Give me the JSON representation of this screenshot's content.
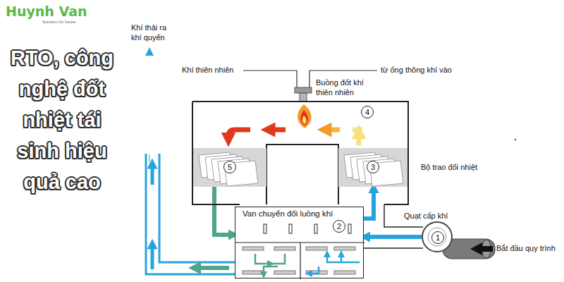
{
  "diagram": {
    "title": "RTO, công nghệ đốt nhiệt tái sinh hiệu quả cao",
    "nodes": [
      {
        "text": [
          "4"
        ]
      },
      {
        "text": [
          "5"
        ],
        "in": 0
      },
      {
        "text": [
          "3",
          "Bộ trao đổi nhiệt"
        ],
        "in": 0
      },
      {
        "text": [
          "Van chuyển đổi luồng khí",
          "2"
        ]
      },
      {
        "text": [
          "1",
          "Quạt cấp khí"
        ]
      }
    ],
    "edges": [
      {
        "from": 4,
        "to": 3,
        "arrow": "to"
      },
      {
        "from": 3,
        "to": 2,
        "arrow": "to"
      },
      {
        "from": 1,
        "to": 3,
        "arrow": "to"
      }
    ],
    "labels": [
      "Huynh Van",
      "Solution for future",
      "Khí thải ra khí quyển",
      "Khí thiên nhiên",
      "từ ống thông khí vào",
      "Buồng đốt khí thiên nhiên",
      "Bắt đầu quy trình"
    ]
  }
}
